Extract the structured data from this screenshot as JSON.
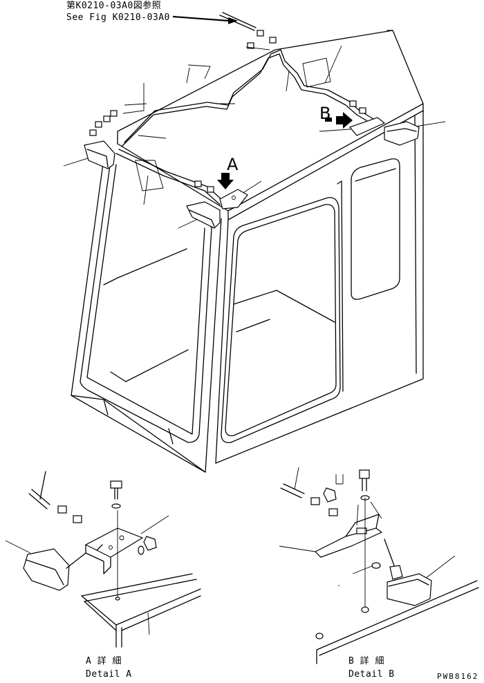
{
  "reference": {
    "line_jp": "第K0210-03A0図参照",
    "line_en": "See Fig K0210-03A0"
  },
  "callouts": {
    "a": "A",
    "b": "B"
  },
  "details": {
    "a_jp": "A 詳 細",
    "a_en": "Detail A",
    "b_jp": "B 詳 細",
    "b_en": "Detail B"
  },
  "drawing_code": "PWB8162"
}
